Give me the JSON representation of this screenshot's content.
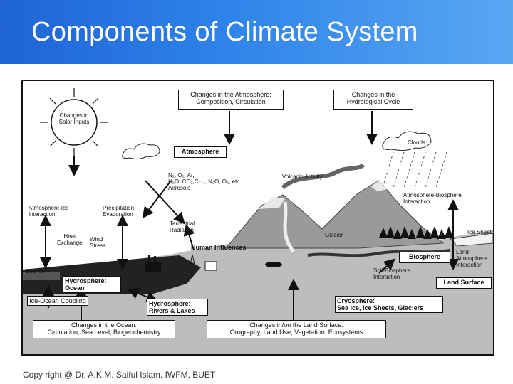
{
  "slide": {
    "title": "Components of Climate System",
    "footer": "Copy right @ Dr. A.K.M. Saiful Islam, IWFM, BUET"
  },
  "diagram": {
    "atmosphere_changes": [
      "Changes in the Atmosphere:",
      "Composition, Circulation"
    ],
    "hydrological_changes": [
      "Changes in the",
      "Hydrological Cycle"
    ],
    "solar": [
      "Changes in",
      "Solar Inputs"
    ],
    "atmosphere": "Atmosphere",
    "clouds": "Clouds",
    "gases": [
      "N₂, O₂, Ar,",
      "H₂O, CO₂,CH₄, N₂O, O₃, etc.",
      "Aerosols"
    ],
    "volcanic": "Volcanic Activity",
    "atm_ice": [
      "Atmosphere-Ice",
      "Interaction"
    ],
    "precip": [
      "Precipitation",
      "Evaporation"
    ],
    "atm_bio": [
      "Atmosphere-Biosphere",
      "Interaction"
    ],
    "terrestrial": [
      "Terrestrial",
      "Radiation"
    ],
    "heat": [
      "Heat",
      "Exchange"
    ],
    "wind": [
      "Wind",
      "Stress"
    ],
    "glacier": "Glacier",
    "ice_sheet": "Ice Sheet",
    "human": "Human Influences",
    "land_atm": [
      "Land-",
      "Atmosphere",
      "Interaction"
    ],
    "biosphere": "Biosphere",
    "sea_ice": "Sea Ice",
    "soil_bio": [
      "Soil-Biosphere",
      "Interaction"
    ],
    "hydro_ocean": [
      "Hydrosphere:",
      "Ocean"
    ],
    "land_surface": "Land Surface",
    "ice_ocean": "Ice-Ocean Coupling",
    "hydro_rivers": [
      "Hydrosphere:",
      "Rivers & Lakes"
    ],
    "cryosphere": [
      "Cryosphere:",
      "Sea Ice, Ice Sheets, Glaciers"
    ],
    "ocean_changes": [
      "Changes in the Ocean:",
      "Circulation, Sea Level, Biogeochemistry"
    ],
    "land_changes": [
      "Changes in/on the Land Surface:",
      "Orography, Land Use, Vegetation, Ecosystems"
    ]
  }
}
